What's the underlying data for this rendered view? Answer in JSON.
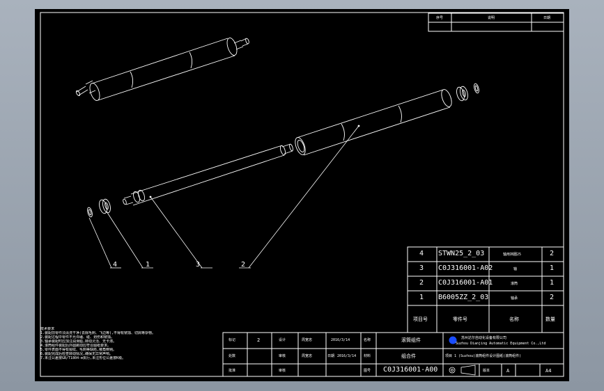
{
  "revision_table": {
    "headers": [
      "序号",
      "说明",
      "日期"
    ]
  },
  "balloons": [
    "4",
    "1",
    "3",
    "2"
  ],
  "bom": {
    "rows": [
      {
        "no": "4",
        "code": "STWN25_2_03",
        "name": "轴用挡圈25",
        "qty": "2"
      },
      {
        "no": "3",
        "code": "C0J316001-A02",
        "name": "轴",
        "qty": "1"
      },
      {
        "no": "2",
        "code": "C0J316001-A01",
        "name": "滚筒",
        "qty": "1"
      },
      {
        "no": "1",
        "code": "B6005ZZ_2_03",
        "name": "轴承",
        "qty": "2"
      }
    ],
    "headers": [
      "项目号",
      "零件号",
      "名称",
      "数量"
    ]
  },
  "notes": {
    "title": "技术要求",
    "lines": [
      "1.装配前零件须清洗干净(去除毛刺、飞边等),不得有锈蚀、切屑等杂物。",
      "2.装配过程中零件不允许磕、碰、划伤和锈蚀。",
      "3.轴承装配时应加注润滑脂,转动灵活、无卡滞。",
      "4.滚筒组件装配后外圆跳动应符合图纸要求。",
      "5.零件表面不得有裂纹、毛刺等缺陷,棱角倒钝。",
      "6.装配完成后检查转动情况,确保无异常声响。",
      "7.未注公差按GB/T1804-m执行,未注形位公差按K级。"
    ]
  },
  "title_block": {
    "row1": {
      "label": "标记",
      "qty": "2",
      "designer_label": "设计",
      "designer": "周宽忠",
      "date": "2016/3/14",
      "name_label": "名称",
      "part_name": "滚筒组件"
    },
    "row2": {
      "label": "处数",
      "checker_label": "审核",
      "checker": "周宽忠",
      "date_label": "日期",
      "date": "2016/3/14",
      "material_label": "材料",
      "material": "组合件"
    },
    "row3": {
      "label": "批准",
      "approver_label": "审核",
      "drawing_no_label": "图号",
      "drawing_no": "C0J316001-A00",
      "version_label": "版本",
      "version": "A",
      "size": "A4"
    },
    "company_cn": "苏州达尔自动化设备有限公司",
    "company_en": "Suzhou Dianjing Automatic Equipment Co.,Ltd",
    "project": "项目 1 (Suzhou)滚筒组件设计图纸(滚筒组件)"
  }
}
